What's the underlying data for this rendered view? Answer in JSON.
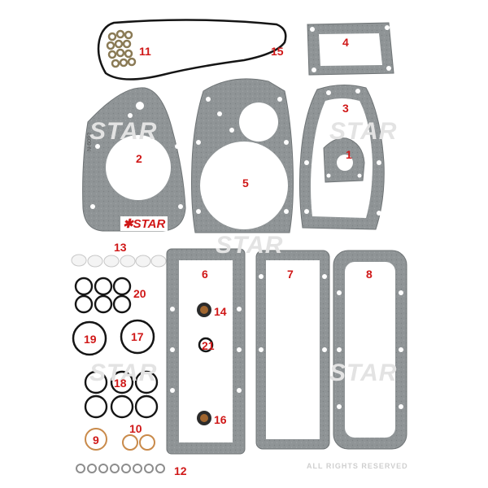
{
  "watermark": {
    "brand": "STAR",
    "rights": "ALL RIGHTS RESERVED"
  },
  "gasket_code": "N-6092",
  "logo_label": "STAR",
  "part_numbers": {
    "p1": "1",
    "p2": "2",
    "p3": "3",
    "p4": "4",
    "p5": "5",
    "p6": "6",
    "p7": "7",
    "p8": "8",
    "p9": "9",
    "p10": "10",
    "p11": "11",
    "p12": "12",
    "p13": "13",
    "p14": "14",
    "p15": "15",
    "p16": "16",
    "p17": "17",
    "p18": "18",
    "p19": "19",
    "p20": "20",
    "p21": "21"
  },
  "colors": {
    "gasket": "#8f9496",
    "gasket_dark": "#6f7476",
    "label": "#d01818",
    "ring": "#151515",
    "copper": "#c98a4a",
    "watermark": "#e3e3e3"
  }
}
